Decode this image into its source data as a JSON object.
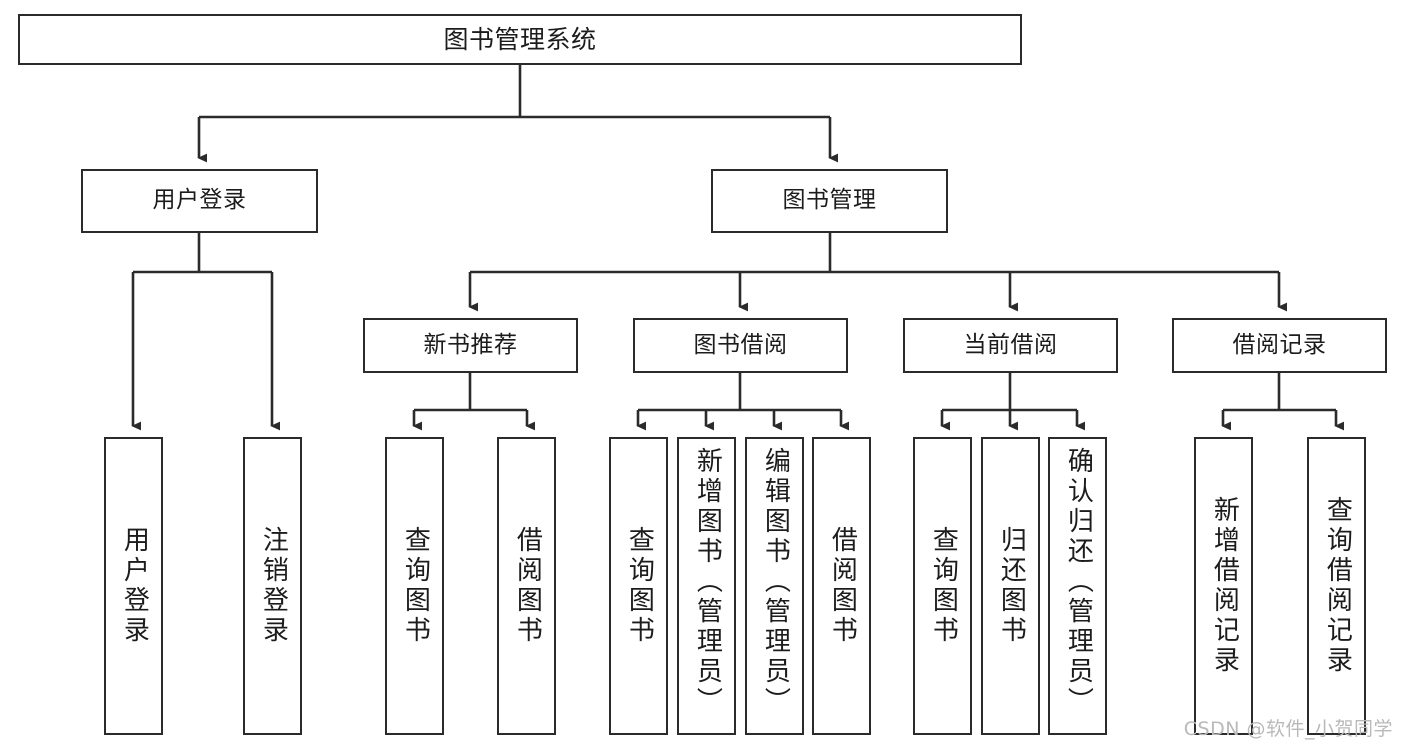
{
  "diagram": {
    "title": "图书管理系统",
    "type": "function-hierarchy-tree",
    "root": {
      "id": "root",
      "label": "图书管理系统"
    },
    "level2": [
      {
        "id": "user-login",
        "label": "用户登录"
      },
      {
        "id": "book-manage",
        "label": "图书管理"
      }
    ],
    "level3": [
      {
        "id": "new-book-recommend",
        "label": "新书推荐"
      },
      {
        "id": "book-borrow",
        "label": "图书借阅"
      },
      {
        "id": "current-borrow",
        "label": "当前借阅"
      },
      {
        "id": "borrow-record",
        "label": "借阅记录"
      }
    ],
    "leaves": [
      {
        "id": "leaf-user-login",
        "label": "用户登录"
      },
      {
        "id": "leaf-logout-login",
        "label": "注销登录"
      },
      {
        "id": "leaf-query-book-1",
        "label": "查询图书"
      },
      {
        "id": "leaf-borrow-book-1",
        "label": "借阅图书"
      },
      {
        "id": "leaf-query-book-2",
        "label": "查询图书"
      },
      {
        "id": "leaf-add-book-admin",
        "label": "新增图书（管理员）"
      },
      {
        "id": "leaf-edit-book-admin",
        "label": "编辑图书（管理员）"
      },
      {
        "id": "leaf-borrow-book-2",
        "label": "借阅图书"
      },
      {
        "id": "leaf-query-book-3",
        "label": "查询图书"
      },
      {
        "id": "leaf-return-book",
        "label": "归还图书"
      },
      {
        "id": "leaf-confirm-return",
        "label": "确认归还（管理员）"
      },
      {
        "id": "leaf-add-record",
        "label": "新增借阅记录"
      },
      {
        "id": "leaf-query-record",
        "label": "查询借阅记录"
      }
    ]
  },
  "watermark": {
    "text": "CSDN @软件_小贺同学"
  },
  "colors": {
    "stroke": "#2b2b2b",
    "fill": "#ffffff",
    "text": "#1c1c1c",
    "watermark": "#b9b9b9"
  }
}
